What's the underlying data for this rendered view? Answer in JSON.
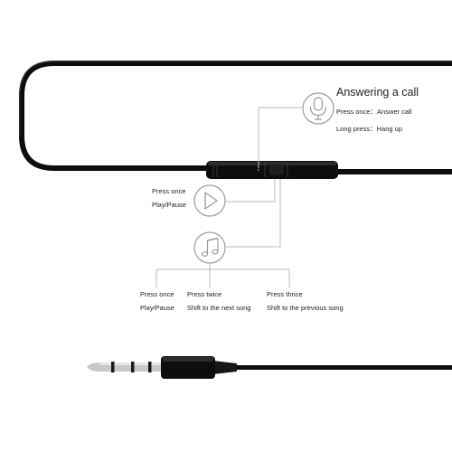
{
  "colors": {
    "cable": "#0d0d0d",
    "cable_highlight": "#5a5a5a",
    "leader": "#b9b9b9",
    "icon_stroke": "#9a9a9a",
    "text": "#222222",
    "metal": "#c9c9c9"
  },
  "answer_call": {
    "icon": "microphone-icon",
    "title": "Answering a call",
    "press_once": "Press once：Answer call",
    "long_press": "Long press：Hang up"
  },
  "play_pause": {
    "icon": "play-icon",
    "line1": "Press once",
    "line2": "Play/Pause"
  },
  "music": {
    "icon": "music-note-icon",
    "options": [
      {
        "action": "Press once",
        "result": "Play/Pause"
      },
      {
        "action": "Press twice",
        "result": "Shift to the next song"
      },
      {
        "action": "Press thrice",
        "result": "Shift to the previous song"
      }
    ]
  }
}
